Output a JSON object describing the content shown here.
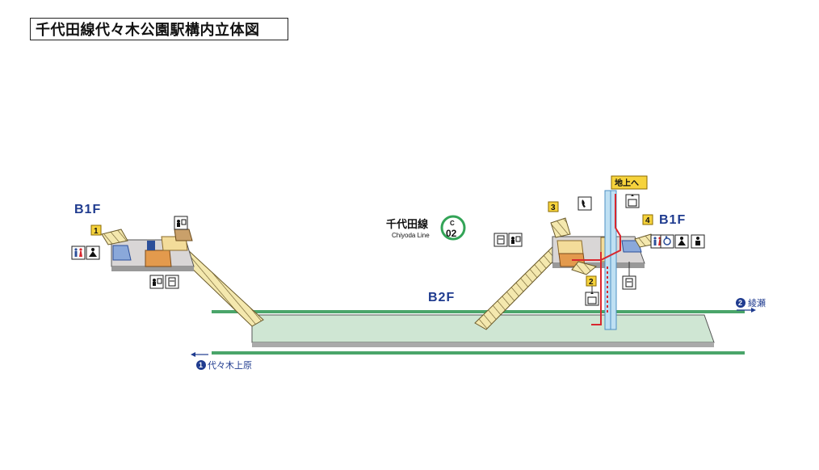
{
  "title": "千代田線代々木公園駅構内立体図",
  "floors": {
    "left_upper": "B1F",
    "right_upper": "B1F",
    "platform": "B2F"
  },
  "line": {
    "name": "千代田線",
    "name_en": "Chiyoda Line",
    "roundel_letter": "C",
    "roundel_number": "02",
    "color": "#33a457"
  },
  "exits": {
    "exit_1": "1",
    "exit_2": "2",
    "exit_3": "3",
    "exit_4": "4",
    "to_ground": "地上へ"
  },
  "directions": {
    "left": {
      "num": "1",
      "label": "代々木上原"
    },
    "right": {
      "num": "2",
      "label": "綾瀬"
    }
  },
  "icons": [
    "toilet-icon",
    "accessible-icon",
    "elevator-icon",
    "ticket-office-icon",
    "ticket-machine-icon",
    "phone-icon",
    "baby-room-icon"
  ],
  "colors": {
    "platform": "#cfe6d3",
    "rail_track": "#4aa56a",
    "concourse": "#d9d6d6",
    "ticket_area": "#e39a4d",
    "gate_area": "#f3dc9a",
    "stairs": "#f2e4a2",
    "elevator": "#7fb3dc",
    "route": "#d8272f",
    "floor_label": "#1f3b8f"
  }
}
